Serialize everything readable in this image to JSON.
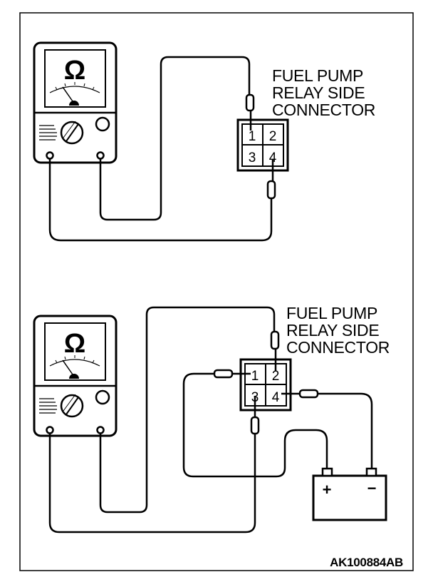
{
  "diagrams": [
    {
      "meter_symbol": "Ω",
      "connector_label": [
        "FUEL PUMP",
        "RELAY SIDE",
        "CONNECTOR"
      ],
      "pins": [
        "1",
        "2",
        "3",
        "4"
      ]
    },
    {
      "meter_symbol": "Ω",
      "connector_label": [
        "FUEL PUMP",
        "RELAY SIDE",
        "CONNECTOR"
      ],
      "pins": [
        "1",
        "2",
        "3",
        "4"
      ],
      "battery": {
        "positive": "+",
        "negative": "−"
      }
    }
  ],
  "figure_code": "AK100884AB"
}
